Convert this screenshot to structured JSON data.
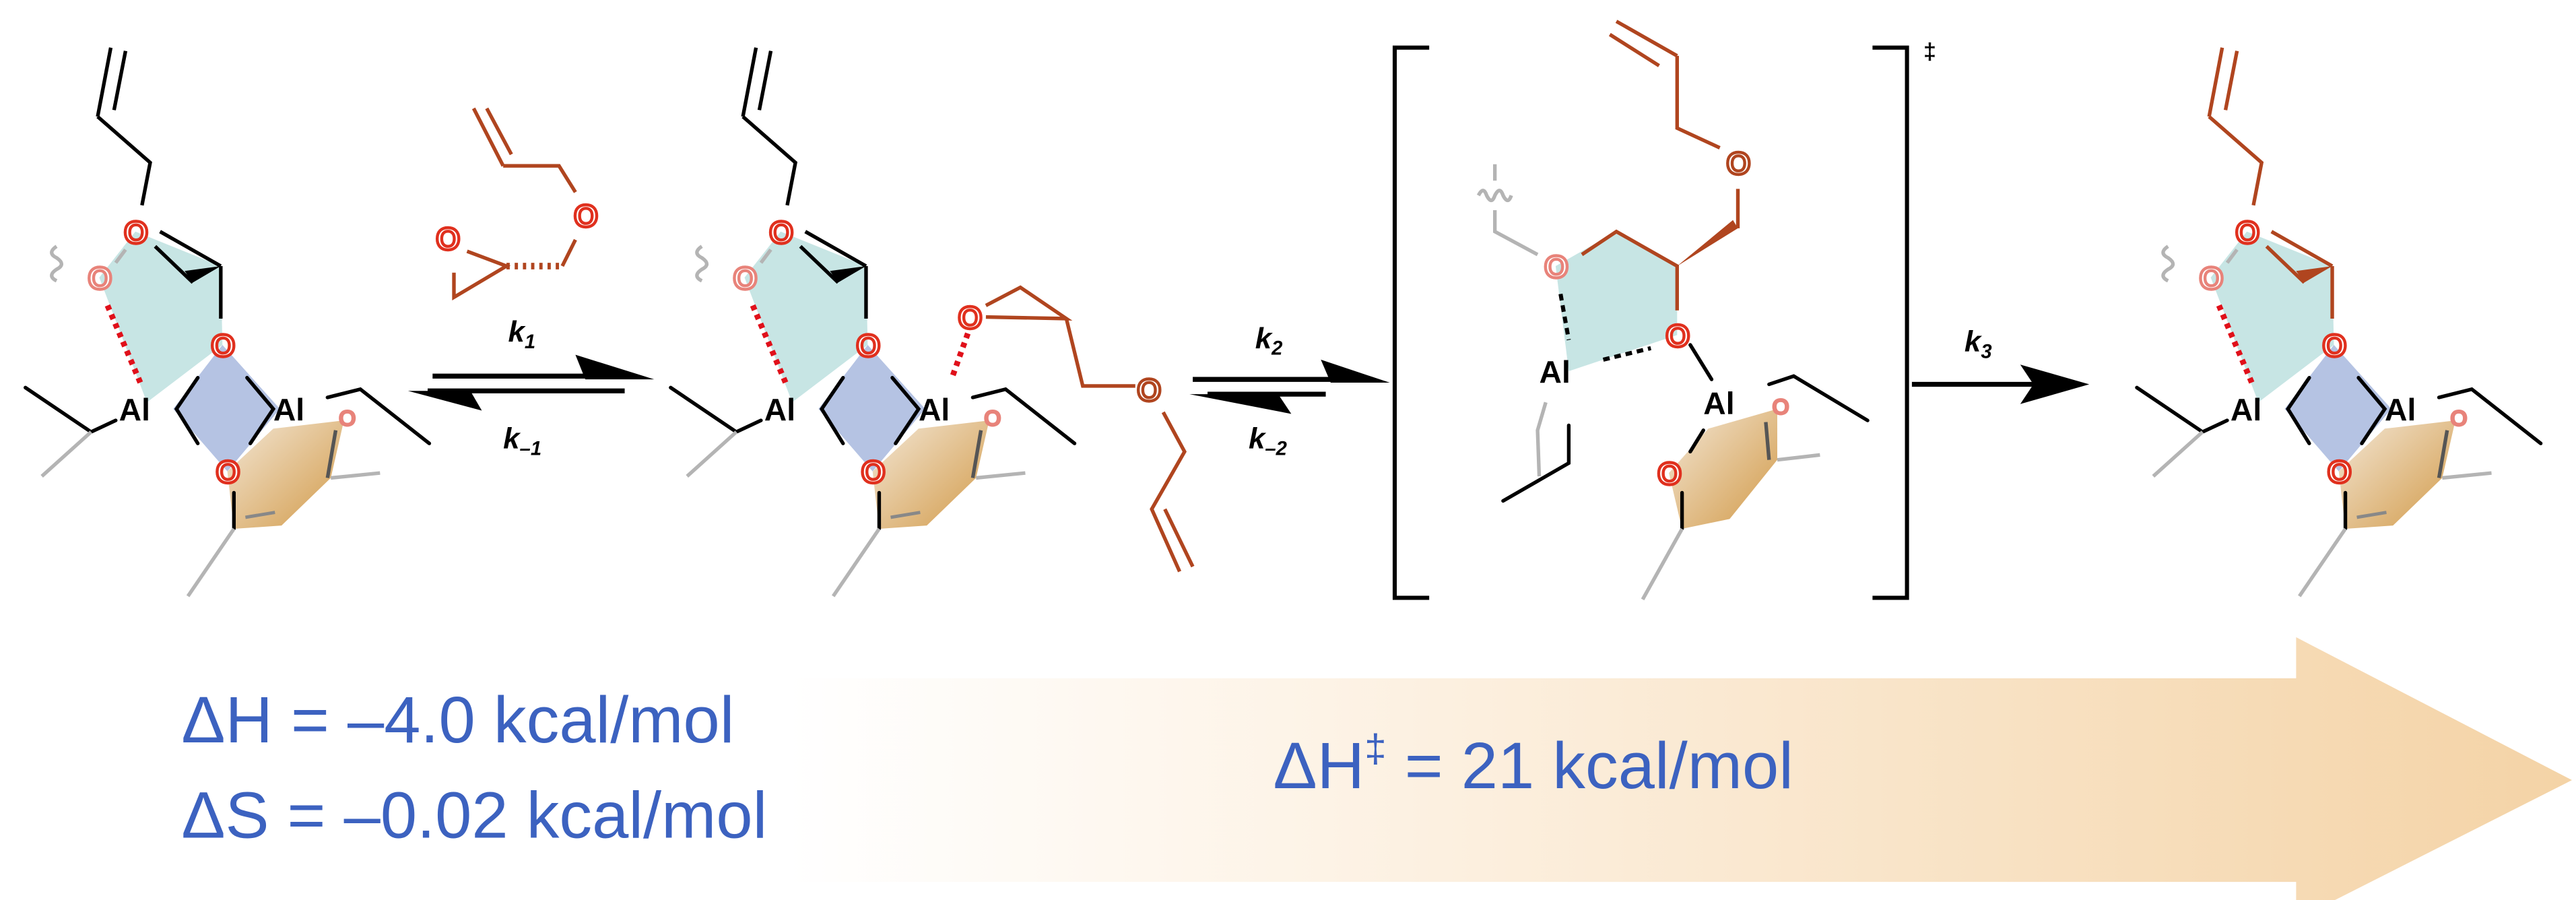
{
  "atoms": {
    "aluminum": "Al",
    "oxygen": "O"
  },
  "rate_constants": {
    "k1": {
      "k": "k",
      "sub": "1"
    },
    "k_minus1": {
      "k": "k",
      "sub": "–1"
    },
    "k2": {
      "k": "k",
      "sub": "2"
    },
    "k_minus2": {
      "k": "k",
      "sub": "–2"
    },
    "k3": {
      "k": "k",
      "sub": "3"
    }
  },
  "transition_state_mark": "‡",
  "energetics": {
    "delta_h": "ΔH = –4.0 kcal/mol",
    "delta_s": "ΔS = –0.02 kcal/mol",
    "delta_h_ts": {
      "prefix": "ΔH",
      "sup": "‡",
      "rest": " = 21 kcal/mol"
    }
  },
  "colors": {
    "energy_text": "#3c62c0",
    "oxygen": "#e0301e",
    "oxygen_faded": "#e8837a",
    "substrate": "#b0451f",
    "arrow_gradient_end": "#f4d3a6"
  }
}
